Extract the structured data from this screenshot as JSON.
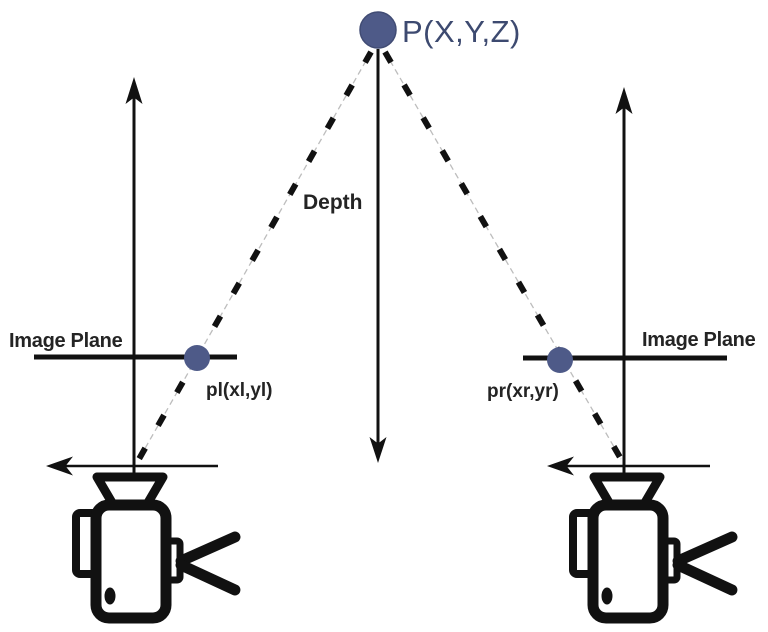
{
  "diagram": {
    "type": "stereo-vision-depth-diagram",
    "point": {
      "label": "P(X,Y,Z)"
    },
    "depth": {
      "label": "Depth"
    },
    "left": {
      "image_plane_label": "Image Plane",
      "projection_label": "pl(xl,yl)"
    },
    "right": {
      "image_plane_label": "Image Plane",
      "projection_label": "pr(xr,yr)"
    },
    "icons": {
      "left_camera": "video-camera-icon",
      "right_camera": "video-camera-icon"
    },
    "colors": {
      "accent_dot": "#4e5a88",
      "point_text": "#3d4a70",
      "label_text": "#1f1f1f",
      "line": "#111111",
      "background": "#ffffff"
    }
  }
}
